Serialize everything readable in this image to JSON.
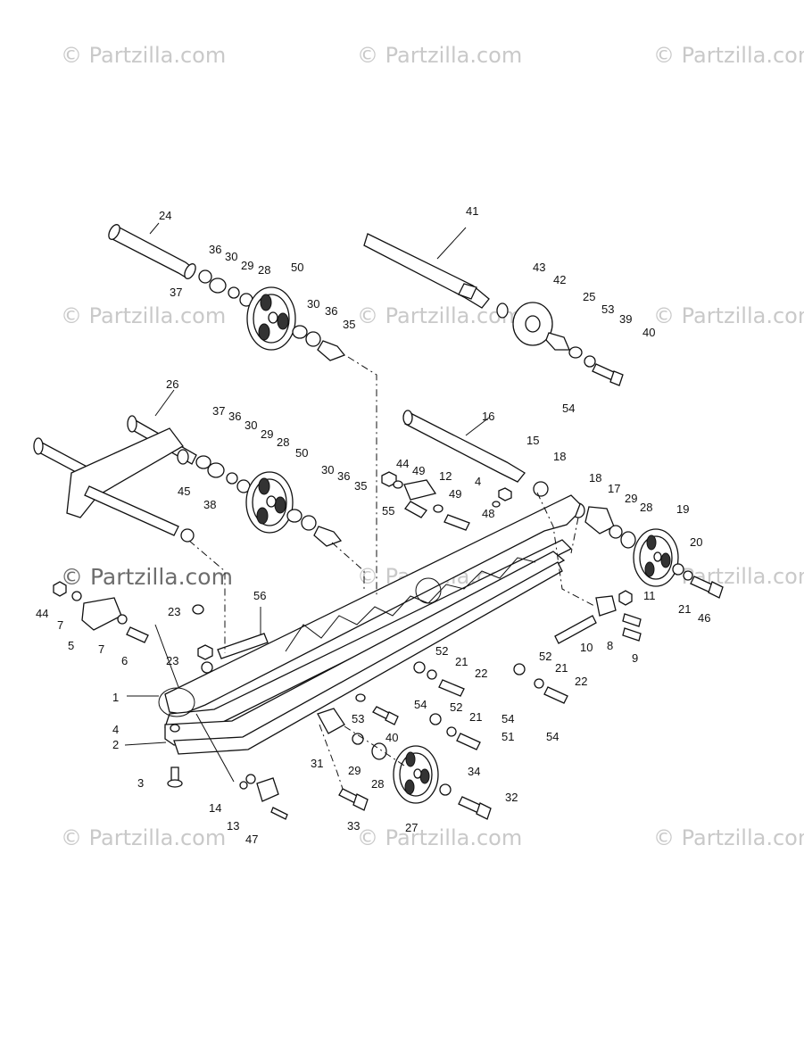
{
  "watermark": "© Partzilla.com",
  "labels": [
    "1",
    "2",
    "3",
    "4",
    "5",
    "6",
    "7",
    "8",
    "9",
    "10",
    "11",
    "12",
    "13",
    "14",
    "15",
    "16",
    "17",
    "18",
    "19",
    "20",
    "21",
    "22",
    "23",
    "24",
    "25",
    "26",
    "27",
    "28",
    "29",
    "30",
    "31",
    "32",
    "33",
    "34",
    "35",
    "36",
    "37",
    "38",
    "39",
    "40",
    "41",
    "42",
    "43",
    "44",
    "45",
    "46",
    "47",
    "48",
    "49",
    "50",
    "51",
    "52",
    "53",
    "54",
    "55",
    "56"
  ]
}
